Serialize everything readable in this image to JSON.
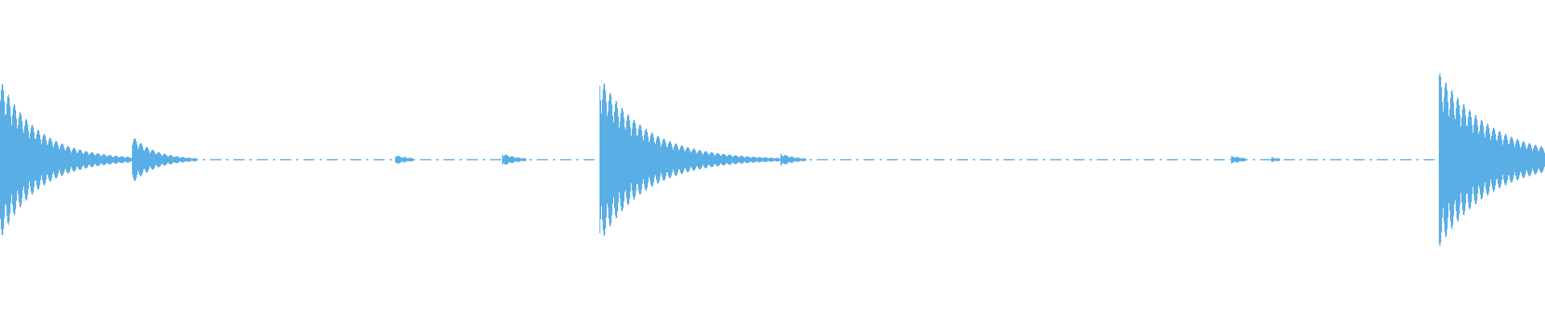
{
  "waveform": {
    "colors": {
      "background": "#ffffff",
      "wave": "#5aaee6"
    },
    "peaks": [
      {
        "time_fraction": 0.0,
        "amplitude": 1.0,
        "decay": 0.025
      },
      {
        "time_fraction": 0.0855,
        "amplitude": 0.3,
        "decay": 0.015
      },
      {
        "time_fraction": 0.2555,
        "amplitude": 0.06,
        "decay": 0.01
      },
      {
        "time_fraction": 0.325,
        "amplitude": 0.08,
        "decay": 0.01
      },
      {
        "time_fraction": 0.388,
        "amplitude": 1.05,
        "decay": 0.03
      },
      {
        "time_fraction": 0.505,
        "amplitude": 0.08,
        "decay": 0.01
      },
      {
        "time_fraction": 0.797,
        "amplitude": 0.05,
        "decay": 0.01
      },
      {
        "time_fraction": 0.823,
        "amplitude": 0.03,
        "decay": 0.008
      },
      {
        "time_fraction": 0.931,
        "amplitude": 1.1,
        "decay": 0.035
      }
    ]
  }
}
